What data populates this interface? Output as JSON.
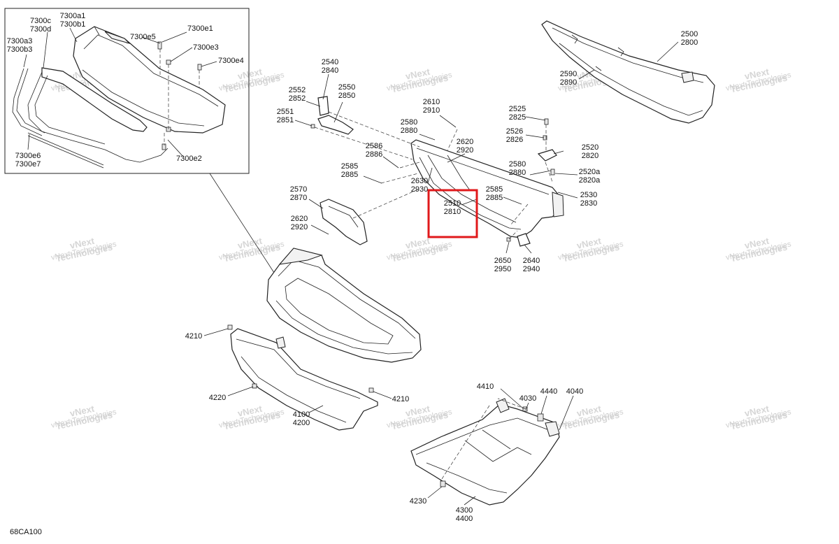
{
  "diagram": {
    "code": "68CA100",
    "watermark": {
      "line1": "vNext",
      "line2": "Technologies",
      "small": "vNext Technologies"
    },
    "highlight": {
      "color": "#e0191b"
    },
    "labels": {
      "l_7300c": "7300c",
      "l_7300d": "7300d",
      "l_7300a1": "7300a1",
      "l_7300b1": "7300b1",
      "l_7300e5": "7300e5",
      "l_7300e1": "7300e1",
      "l_7300e3": "7300e3",
      "l_7300e4": "7300e4",
      "l_7300a3": "7300a3",
      "l_7300b3": "7300b3",
      "l_7300e6": "7300e6",
      "l_7300e7": "7300e7",
      "l_7300e2": "7300e2",
      "l_2540": "2540",
      "l_2840": "2840",
      "l_2552": "2552",
      "l_2852": "2852",
      "l_2550": "2550",
      "l_2850": "2850",
      "l_2551": "2551",
      "l_2851": "2851",
      "l_2610": "2610",
      "l_2910": "2910",
      "l_2580a": "2580",
      "l_2880a": "2880",
      "l_2586": "2586",
      "l_2886": "2886",
      "l_2620a": "2620",
      "l_2920a": "2920",
      "l_2585a": "2585",
      "l_2885a": "2885",
      "l_2630": "2630",
      "l_2930": "2930",
      "l_2570": "2570",
      "l_2870": "2870",
      "l_2620b": "2620",
      "l_2920b": "2920",
      "l_2510": "2510",
      "l_2810": "2810",
      "l_2585b": "2585",
      "l_2885b": "2885",
      "l_2650": "2650",
      "l_2950": "2950",
      "l_2640": "2640",
      "l_2940": "2940",
      "l_2525": "2525",
      "l_2825": "2825",
      "l_2526": "2526",
      "l_2826": "2826",
      "l_2520": "2520",
      "l_2820": "2820",
      "l_2580b": "2580",
      "l_2880b": "2880",
      "l_2520a": "2520a",
      "l_2820a": "2820a",
      "l_2530": "2530",
      "l_2830": "2830",
      "l_2500": "2500",
      "l_2800": "2800",
      "l_2590": "2590",
      "l_2890": "2890",
      "l_4210a": "4210",
      "l_4220": "4220",
      "l_4210b": "4210",
      "l_4100": "4100",
      "l_4200": "4200",
      "l_4410": "4410",
      "l_4030": "4030",
      "l_4440": "4440",
      "l_4040": "4040",
      "l_4230": "4230",
      "l_4300": "4300",
      "l_4400": "4400"
    }
  }
}
